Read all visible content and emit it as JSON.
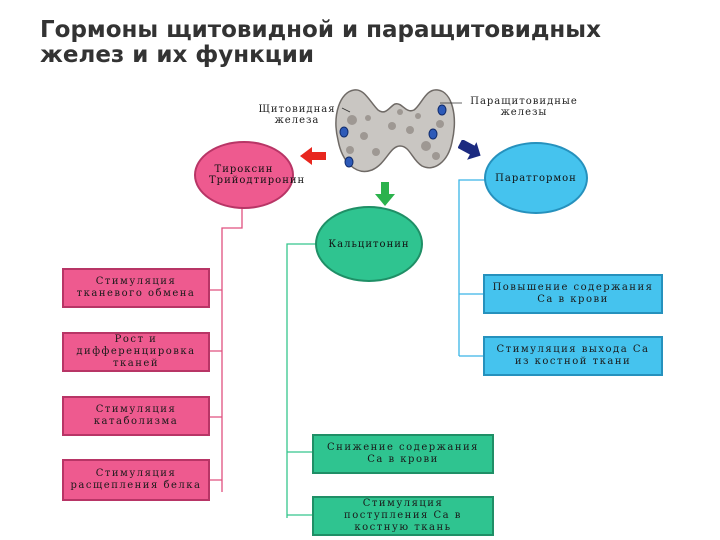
{
  "title": "Гормоны щитовидной и паращитовидных желез и их функции",
  "diagram": {
    "thyroid_label": "Щитовидная железа",
    "parathyroid_label": "Паращитовидные железы",
    "left_hormone": "Тироксин Трийодтиронин",
    "center_hormone": "Кальцитонин",
    "right_hormone": "Паратгормон",
    "left_effects": [
      "Стимуляция тканевого обмена",
      "Рост и дифференцировка тканей",
      "Стимуляция катаболизма",
      "Стимуляция расщепления белка"
    ],
    "center_effects": [
      "Снижение содержания Са в крови",
      "Стимуляция поступления Са в костную ткань"
    ],
    "right_effects": [
      "Повышение содержания Са в крови",
      "Стимуляция выхода Са из костной ткани"
    ]
  },
  "colors": {
    "pink": "#ee5a8f",
    "blue": "#45c3ee",
    "green": "#2fc490",
    "arrow_red": "#e8261e",
    "arrow_green": "#2bb24c",
    "arrow_navy": "#1b2a80"
  },
  "icons": [
    "thyroid-gland-illustration",
    "arrow-left-icon",
    "arrow-down-icon",
    "arrow-right-icon"
  ]
}
